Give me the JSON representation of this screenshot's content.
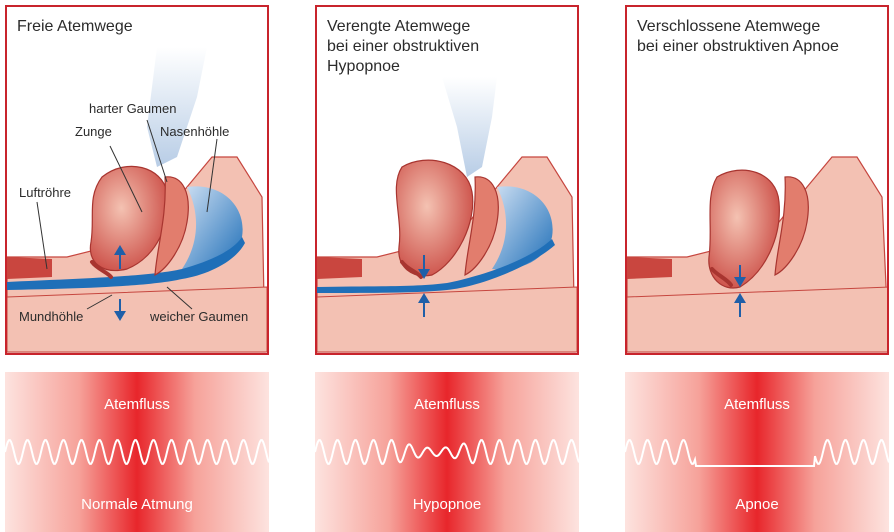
{
  "panels": [
    {
      "title_lines": [
        "Freie Atemwege"
      ],
      "labels": {
        "harter_gaumen": "harter Gaumen",
        "zunge": "Zunge",
        "nasenhoehle": "Nasenhöhle",
        "luftroehre": "Luftröhre",
        "mundhoehle": "Mundhöhle",
        "weicher_gaumen": "weicher Gaumen"
      }
    },
    {
      "title_lines": [
        "Verengte Atemwege",
        "bei einer obstruktiven",
        "Hypopnoe"
      ]
    },
    {
      "title_lines": [
        "Verschlossene Atemwege",
        "bei einer obstruktiven Apnoe"
      ]
    }
  ],
  "flows": [
    {
      "title": "Atemfluss",
      "caption": "Normale Atmung",
      "pattern": "normal"
    },
    {
      "title": "Atemfluss",
      "caption": "Hypopnoe",
      "pattern": "hypopnea"
    },
    {
      "title": "Atemfluss",
      "caption": "Apnoe",
      "pattern": "apnea"
    }
  ],
  "colors": {
    "frame": "#c8242c",
    "tissue": "#f3c1b3",
    "tissue_dark": "#d9695c",
    "airway": "#1f6fb8",
    "arrow": "#1f5fa8",
    "flow_center": "#e8262b",
    "flow_edge": "#fde3df"
  }
}
